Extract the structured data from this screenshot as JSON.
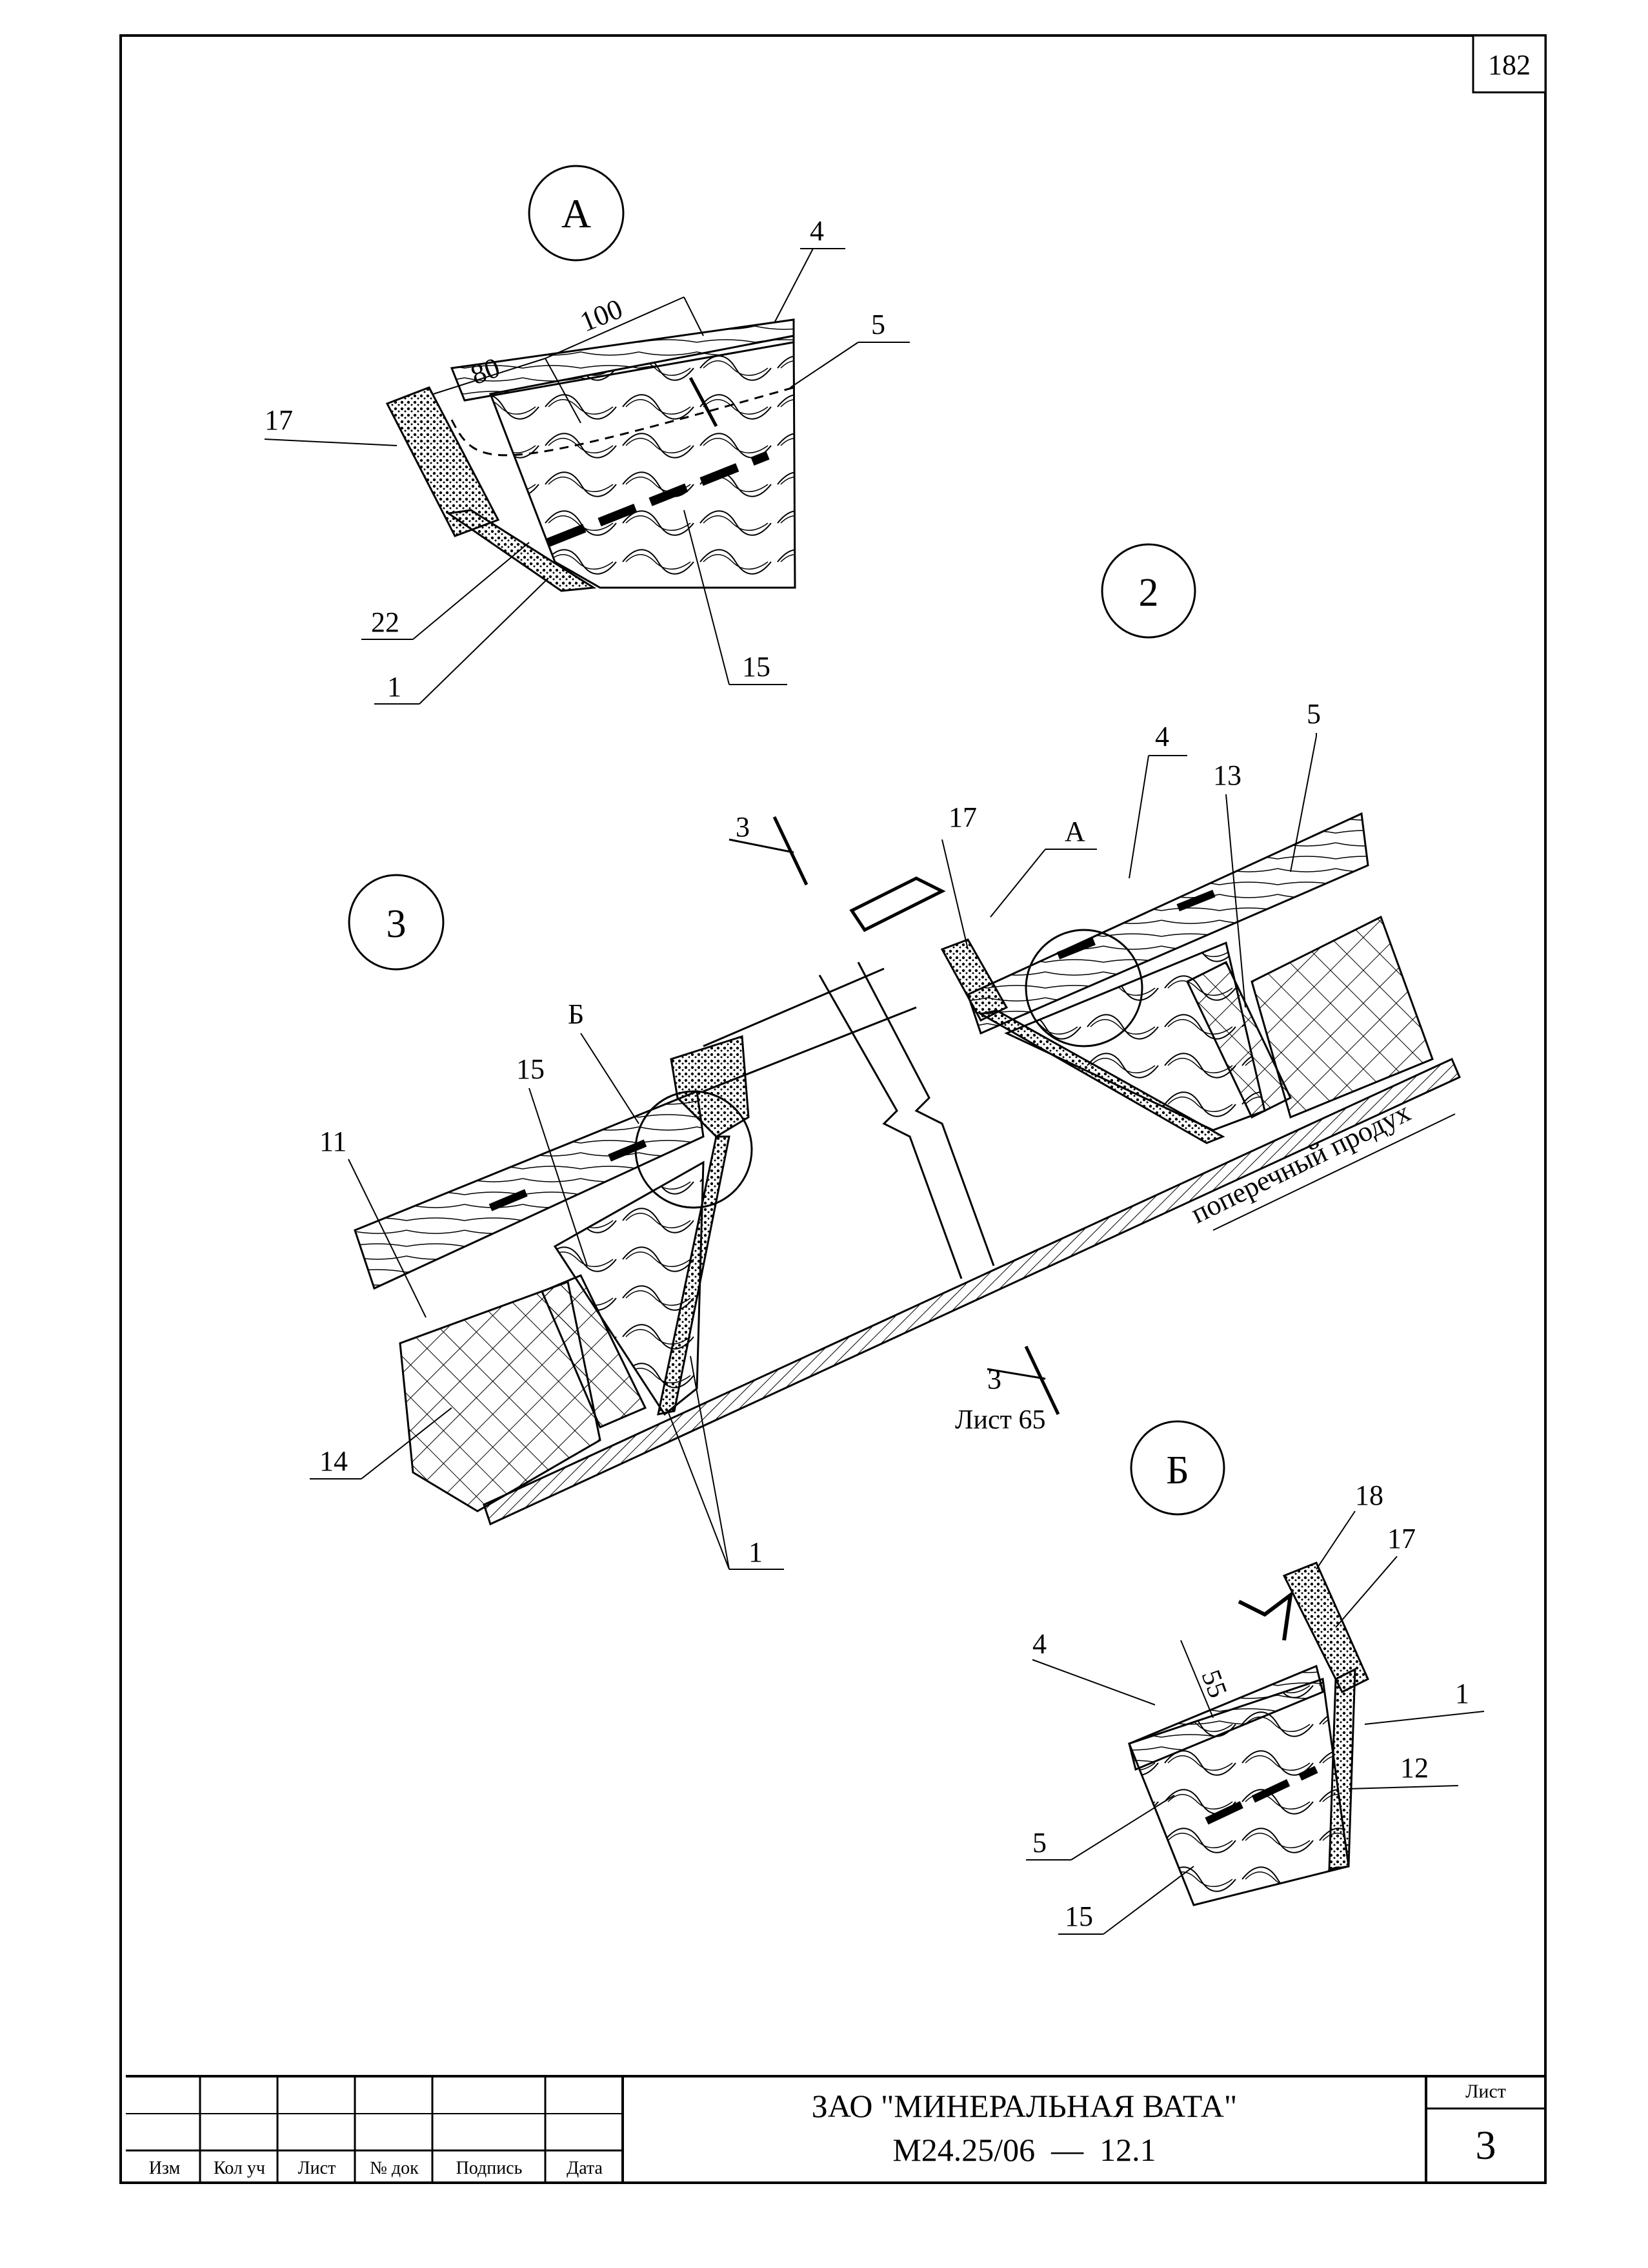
{
  "page_number": "182",
  "views": {
    "A": "А",
    "B": "Б",
    "v2": "2",
    "v3": "3"
  },
  "dims": {
    "d80": "80",
    "d100": "100",
    "d55": "55"
  },
  "callouts": {
    "n1": "1",
    "n4": "4",
    "n5": "5",
    "n11": "11",
    "n12": "12",
    "n13": "13",
    "n14": "14",
    "n15": "15",
    "n17": "17",
    "n18": "18",
    "n22": "22",
    "ref_A": "А",
    "ref_B": "Б"
  },
  "section": {
    "mark": "3",
    "sheet_ref": "Лист 65"
  },
  "annotation": "поперечный продух",
  "title_block": {
    "headers": [
      "Изм",
      "Кол уч",
      "Лист",
      "№ док",
      "Подпись",
      "Дата"
    ],
    "company": "ЗАО \"МИНЕРАЛЬНАЯ ВАТА\"",
    "doc_code": "М24.25/06  —  12.1",
    "sheet_label": "Лист",
    "sheet_number": "3"
  }
}
